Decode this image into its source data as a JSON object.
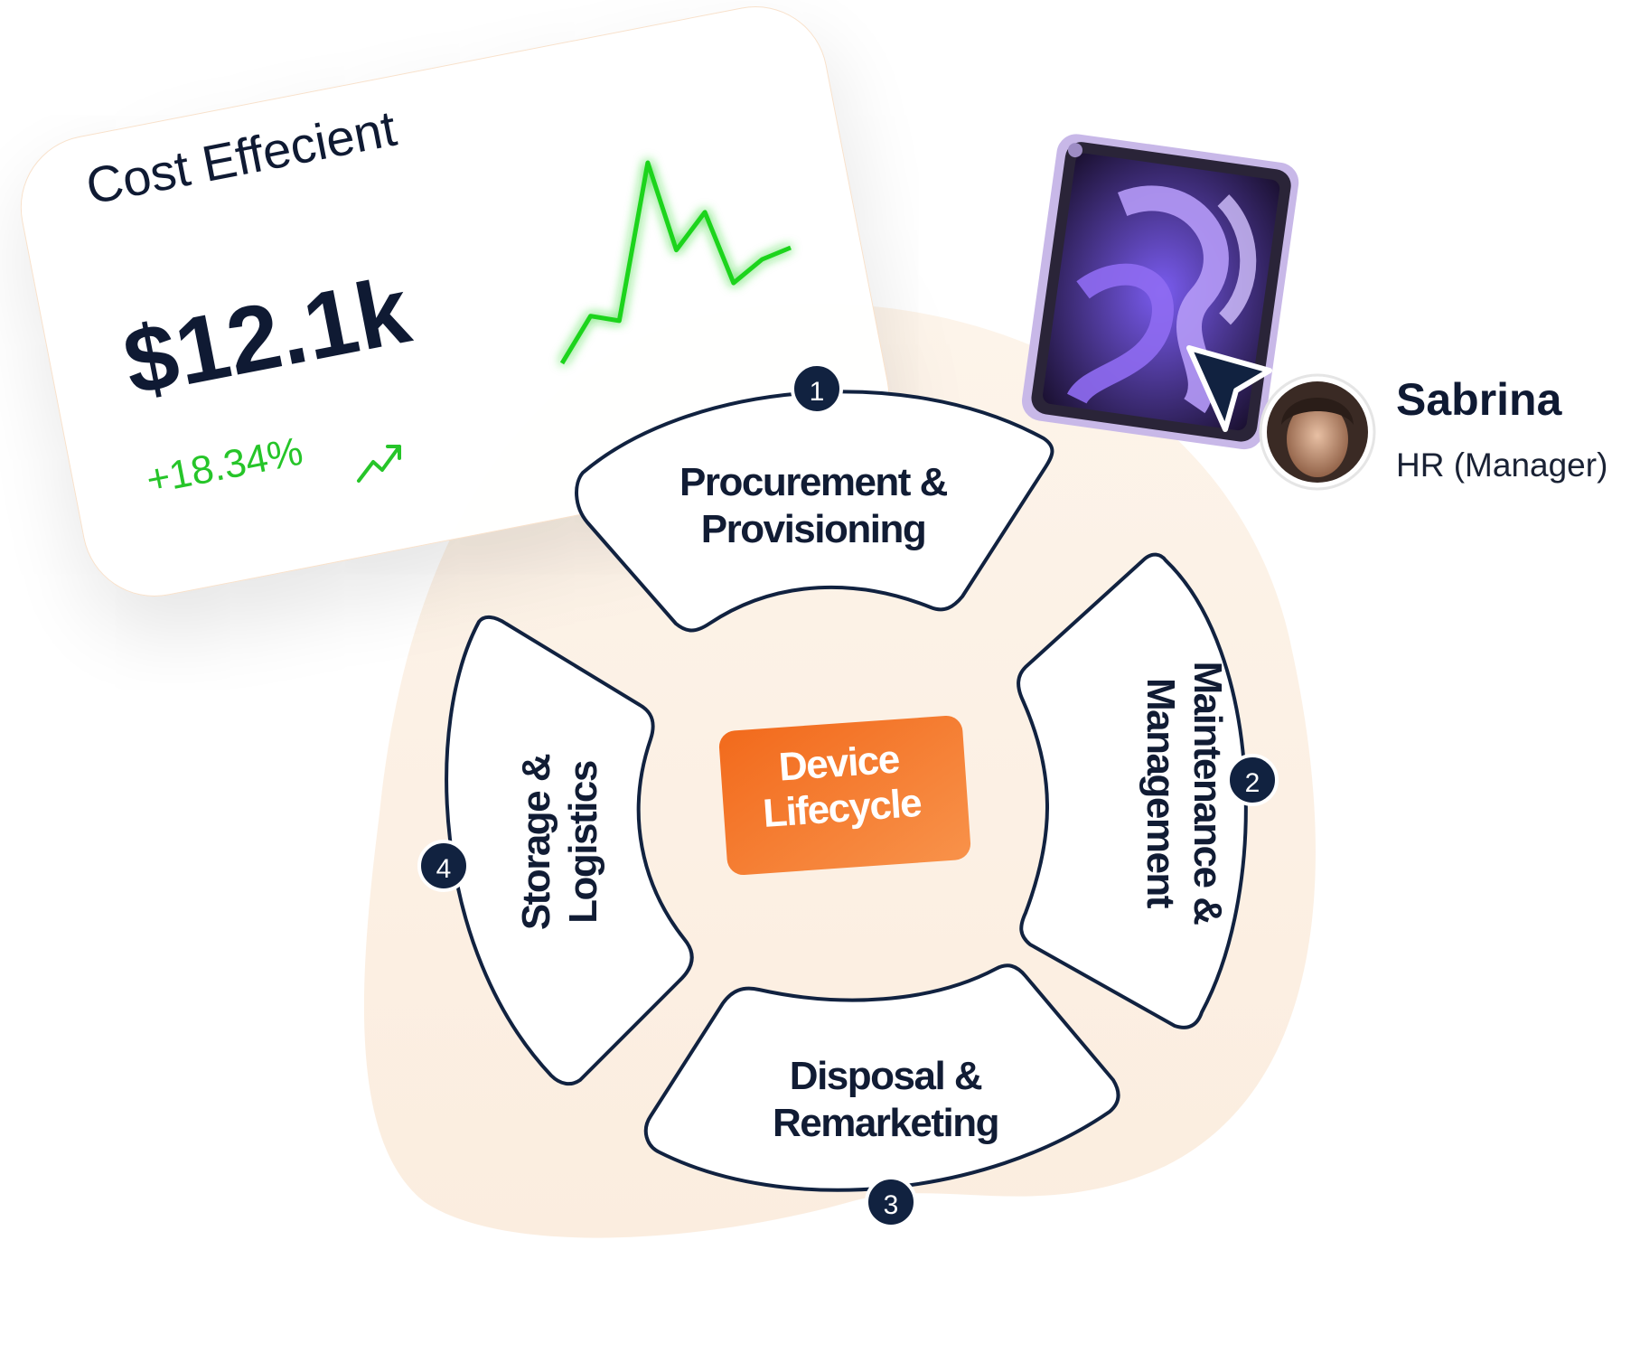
{
  "card": {
    "title": "Cost Effecient",
    "value": "$12.1k",
    "change": "+18.34%",
    "sparkline": [
      10,
      30,
      28,
      95,
      58,
      74,
      44,
      54,
      59
    ]
  },
  "lifecycle": {
    "center_line1": "Device",
    "center_line2": "Lifecycle",
    "steps": [
      {
        "number": "1",
        "line1": "Procurement &",
        "line2": "Provisioning"
      },
      {
        "number": "2",
        "line1": "Maintenance &",
        "line2": "Management"
      },
      {
        "number": "3",
        "line1": "Disposal &",
        "line2": "Remarketing"
      },
      {
        "number": "4",
        "line1": "Storage &",
        "line2": "Logistics"
      }
    ]
  },
  "user": {
    "name": "Sabrina",
    "role": "HR (Manager)"
  },
  "colors": {
    "navy": "#112240",
    "orange": "#f5792a",
    "green": "#1fd41f",
    "blob": "#fdf1e6"
  },
  "icons": [
    "trend-up-arrow-icon",
    "tablet-device-image",
    "pointer-cursor-icon",
    "user-avatar"
  ]
}
